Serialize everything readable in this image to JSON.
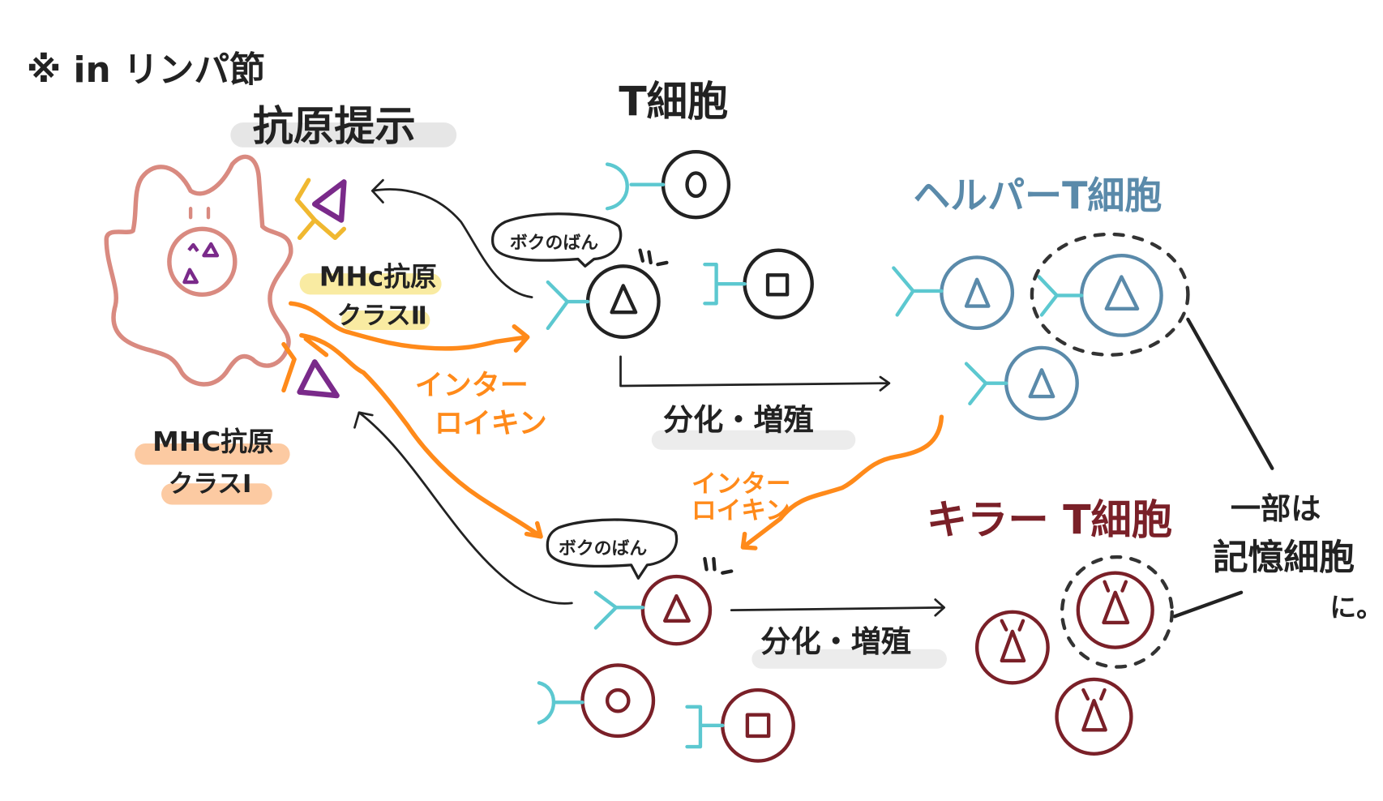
{
  "title": "※ in リンパ節",
  "antigen_presentation": "抗原提示",
  "t_cell": "T細胞",
  "mhc2": {
    "line1": "MHc抗原",
    "line2": "クラスⅡ"
  },
  "mhc1": {
    "line1": "MHC抗原",
    "line2": "クラスI"
  },
  "speech": "ボクのばん",
  "speech2": "ボクのばん",
  "interleukin1": {
    "line1": "インター",
    "line2": "ロイキン"
  },
  "interleukin2": {
    "line1": "インター",
    "line2": "ロイキン"
  },
  "diff1": "分化・増殖",
  "diff2": "分化・増殖",
  "helper_t": "ヘルパーT細胞",
  "killer_t": "キラー T細胞",
  "memory": {
    "line1": "一部は",
    "line2": "記憶細胞",
    "line3": "に。"
  },
  "colors": {
    "apc": "#d98a80",
    "mhc2": "#f0b830",
    "mhc1": "#ff8a1a",
    "antigen": "#7a2a8a",
    "receptor": "#5cc8d0",
    "helper": "#5a8aaa",
    "killer": "#7a2028"
  }
}
